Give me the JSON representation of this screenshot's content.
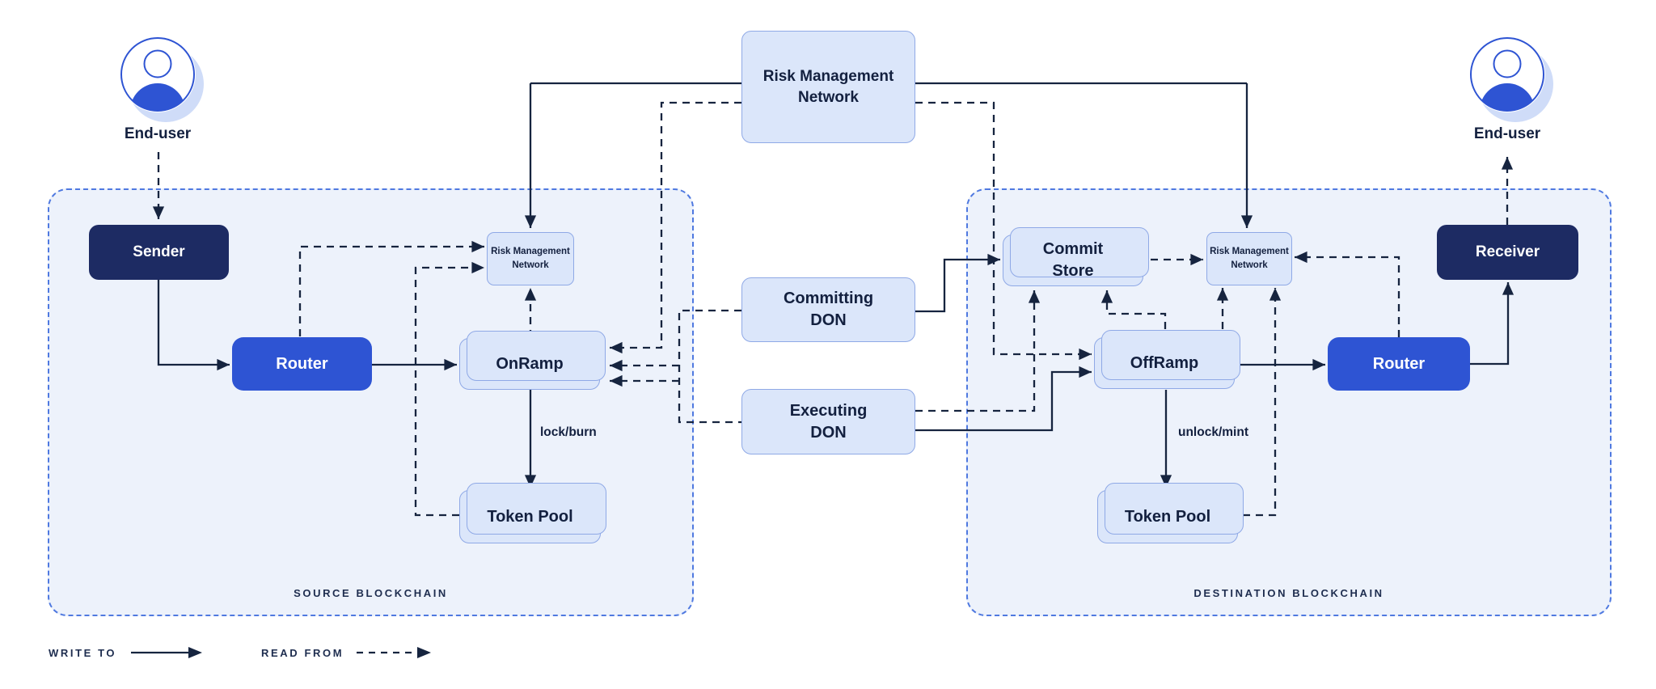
{
  "nodes": {
    "end_user_source": "End-user",
    "sender": "Sender",
    "router_source": "Router",
    "onramp": "OnRamp",
    "risk_management_source": "Risk Management\nNetwork",
    "token_pool_source": "Token Pool",
    "risk_management_top": "Risk Management\nNetwork",
    "committing_don": "Committing\nDON",
    "executing_don": "Executing\nDON",
    "commit_store": "Commit\nStore",
    "risk_management_dest": "Risk Management\nNetwork",
    "offramp": "OffRamp",
    "router_dest": "Router",
    "receiver": "Receiver",
    "token_pool_dest": "Token Pool",
    "end_user_dest": "End-user"
  },
  "edge_labels": {
    "lock_burn": "lock/burn",
    "unlock_mint": "unlock/mint"
  },
  "region_labels": {
    "source": "SOURCE BLOCKCHAIN",
    "destination": "DESTINATION BLOCKCHAIN"
  },
  "legend": {
    "write_to": "WRITE TO",
    "read_from": "READ FROM"
  },
  "colors": {
    "accent_blue": "#2e54d3",
    "navy_box": "#1d2b63",
    "light_box_fill": "#dbe6fa",
    "light_box_border": "#8fa9e6",
    "container_fill": "#edf2fb",
    "container_border": "#4f79e0",
    "line": "#16243f",
    "avatar_shadow": "#cfdcf8"
  }
}
